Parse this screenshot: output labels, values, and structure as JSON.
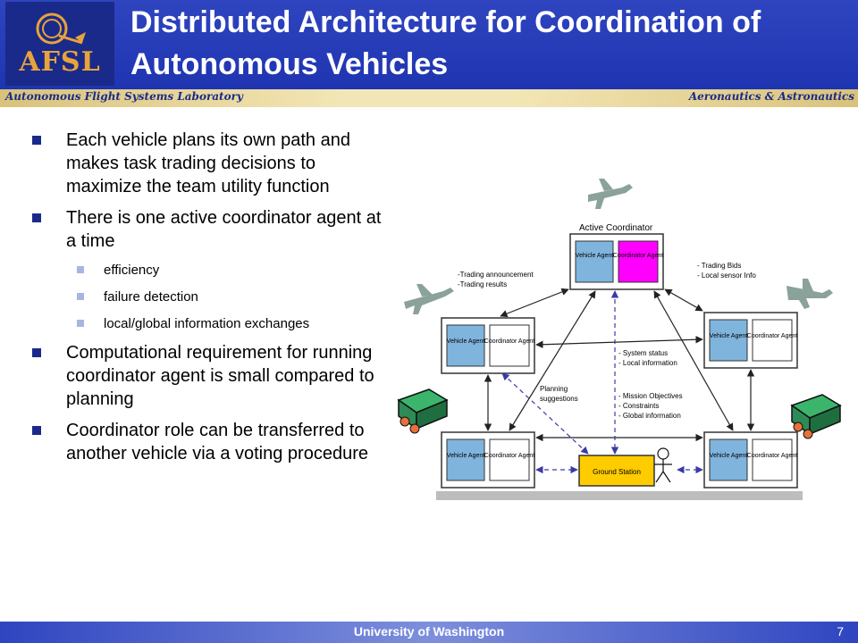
{
  "header": {
    "logo_text": "AFSL",
    "title": "Distributed Architecture for Coordination of Autonomous Vehicles",
    "lab_name": "Autonomous Flight Systems Laboratory",
    "dept_name": "Aeronautics & Astronautics"
  },
  "bullets": [
    {
      "text": "Each vehicle plans its own path and makes task trading decisions to maximize the team utility function",
      "level": 1
    },
    {
      "text": "There is one active coordinator agent at a time",
      "level": 1
    },
    {
      "text": "efficiency",
      "level": 2
    },
    {
      "text": "failure detection",
      "level": 2
    },
    {
      "text": "local/global information exchanges",
      "level": 2
    },
    {
      "text": "Computational requirement for running coordinator agent is small compared to planning",
      "level": 1
    },
    {
      "text": "Coordinator role can be transferred to another vehicle via a voting procedure",
      "level": 1
    }
  ],
  "diagram": {
    "active_coordinator_label": "Active Coordinator",
    "vehicle_agent": "Vehicle Agent",
    "coordinator_agent": "Coordinator Agent",
    "ground_station": "Ground Station",
    "annotations": {
      "trading_announcement": "-Trading announcement",
      "trading_results": "-Trading results",
      "trading_bids": "- Trading Bids",
      "local_sensor_info": "- Local sensor Info",
      "system_status": "- System status",
      "local_information": "- Local information",
      "planning": "Planning",
      "suggestions": "suggestions",
      "mission_objectives": "- Mission Objectives",
      "constraints": "- Constraints",
      "global_information": "- Global information"
    },
    "colors": {
      "vehicle_agent_fill": "#7fb4dd",
      "active_coordinator_fill": "#ff00ff",
      "ground_station_fill": "#ffcc00",
      "ground_vehicle_fill": "#2e8b57",
      "dashed_arrow": "#3a3aa8"
    }
  },
  "footer": {
    "university": "University of Washington",
    "page_number": "7"
  }
}
